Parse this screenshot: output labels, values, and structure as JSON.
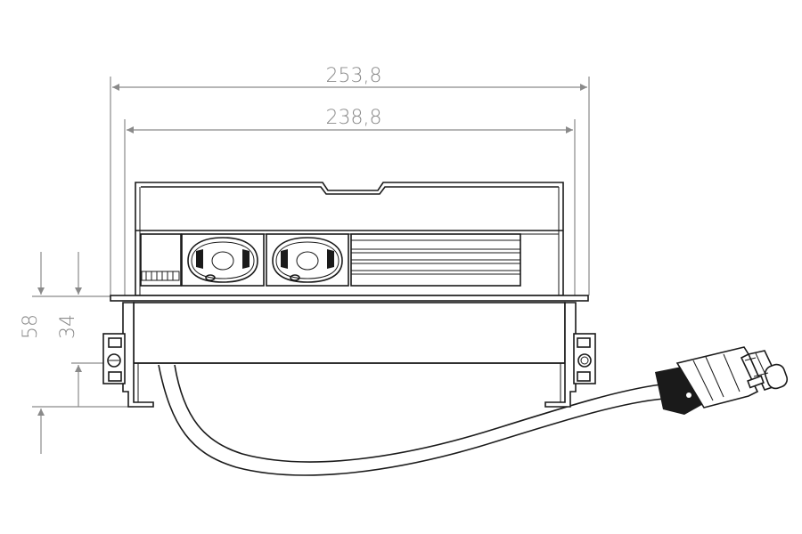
{
  "dimensions": {
    "overall_width": "253,8",
    "inner_width": "238,8",
    "total_height": "58",
    "body_height": "34"
  },
  "colors": {
    "dimension": "#8a8a8a",
    "outline": "#1a1a1a",
    "background": "#ffffff"
  },
  "components": [
    "socket-outlet",
    "socket-outlet",
    "ventilation-grille",
    "switch-module",
    "cable-connector"
  ]
}
